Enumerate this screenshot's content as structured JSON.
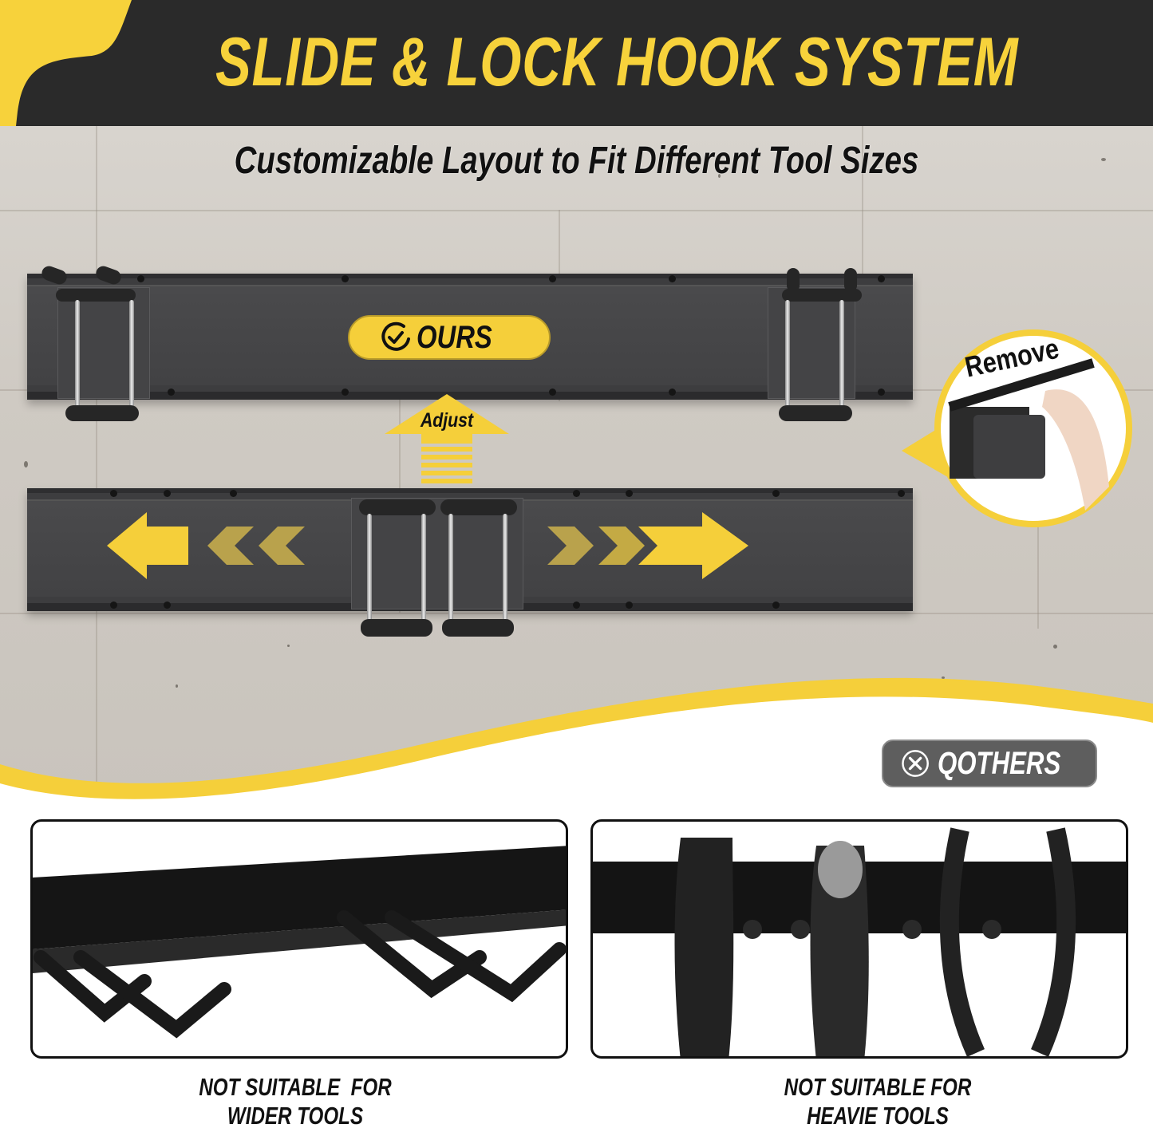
{
  "header": {
    "title": "SLIDE & LOCK HOOK SYSTEM",
    "background_color": "#2a2a2a",
    "accent_color": "#f7d23b"
  },
  "subtitle": "Customizable Layout to Fit Different Tool Sizes",
  "ours_badge": {
    "icon": "check-circle-icon",
    "label": "OURS",
    "color": "#f5cf3a"
  },
  "adjust_arrow": {
    "icon": "arrow-up-icon",
    "label": "Adjust"
  },
  "remove_callout": {
    "label": "Remove"
  },
  "slide_arrows": {
    "left": "arrow-left-icon",
    "right": "arrow-right-icon"
  },
  "others_badge": {
    "icon": "x-circle-icon",
    "label": "QOTHERS",
    "color": "#5e5e5e"
  },
  "comparison_panels": [
    {
      "caption_line1": "NOT SUITABLE  FOR",
      "caption_line2": "WIDER TOOLS"
    },
    {
      "caption_line1": "NOT SUITABLE FOR",
      "caption_line2": "HEAVIE TOOLS"
    }
  ]
}
